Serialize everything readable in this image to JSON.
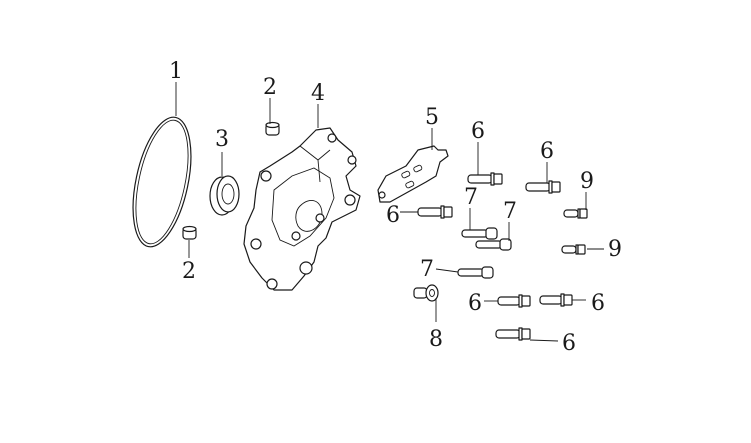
{
  "callouts": [
    {
      "id": "c1",
      "text": "1"
    },
    {
      "id": "c2a",
      "text": "2"
    },
    {
      "id": "c2b",
      "text": "2"
    },
    {
      "id": "c3",
      "text": "3"
    },
    {
      "id": "c4",
      "text": "4"
    },
    {
      "id": "c5",
      "text": "5"
    },
    {
      "id": "c6a",
      "text": "6"
    },
    {
      "id": "c6b",
      "text": "6"
    },
    {
      "id": "c6c",
      "text": "6"
    },
    {
      "id": "c6d",
      "text": "6"
    },
    {
      "id": "c6e",
      "text": "6"
    },
    {
      "id": "c6f",
      "text": "6"
    },
    {
      "id": "c7a",
      "text": "7"
    },
    {
      "id": "c7b",
      "text": "7"
    },
    {
      "id": "c7c",
      "text": "7"
    },
    {
      "id": "c8",
      "text": "8"
    },
    {
      "id": "c9a",
      "text": "9"
    },
    {
      "id": "c9b",
      "text": "9"
    }
  ]
}
